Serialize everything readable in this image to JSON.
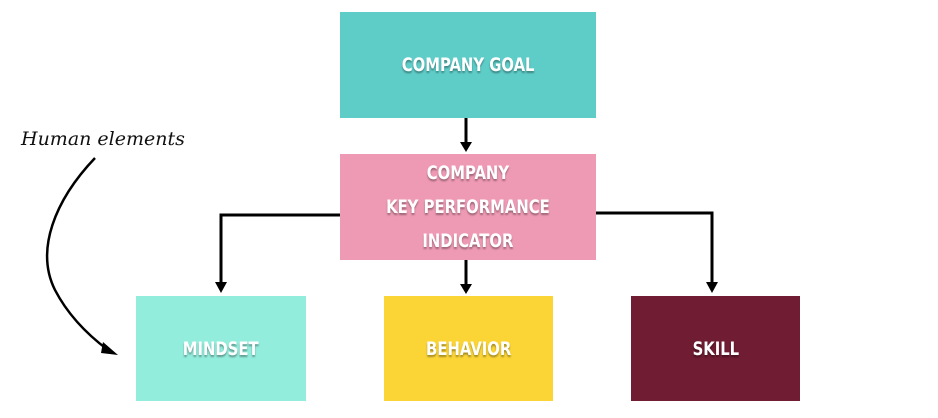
{
  "diagram": {
    "nodes": [
      {
        "id": "goal",
        "label": "COMPANY GOAL",
        "color": "#5ecdc8"
      },
      {
        "id": "kpi",
        "label": "COMPANY\nKEY PERFORMANCE\nINDICATOR",
        "color": "#ef9ab4"
      },
      {
        "id": "mindset",
        "label": "MINDSET",
        "color": "#93eddd"
      },
      {
        "id": "behavior",
        "label": "BEHAVIOR",
        "color": "#fbd535"
      },
      {
        "id": "skill",
        "label": "SKILL",
        "color": "#701c32"
      }
    ],
    "edges": [
      {
        "from": "goal",
        "to": "kpi"
      },
      {
        "from": "kpi",
        "to": "mindset"
      },
      {
        "from": "kpi",
        "to": "behavior"
      },
      {
        "from": "kpi",
        "to": "skill"
      }
    ],
    "annotation": {
      "text": "Human elements",
      "points_to": "mindset"
    }
  }
}
